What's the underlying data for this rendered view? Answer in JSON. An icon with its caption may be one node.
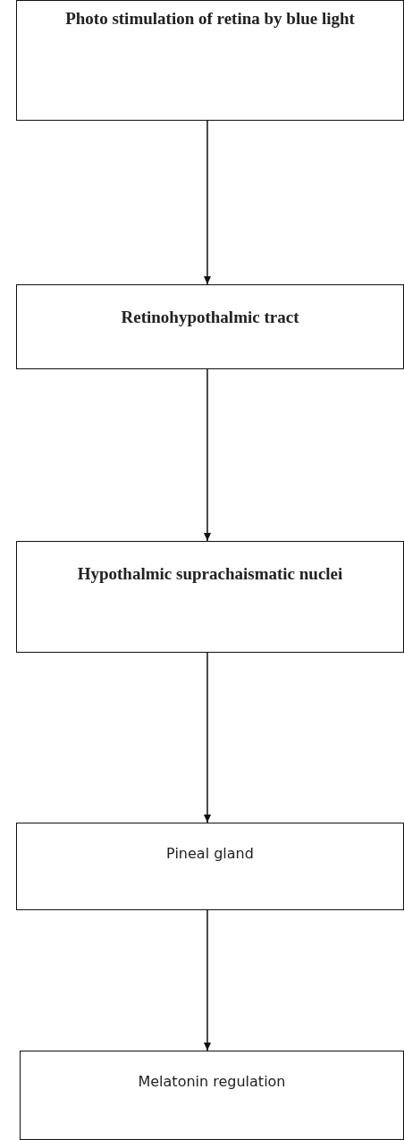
{
  "diagram": {
    "nodes": [
      {
        "text": [
          "Photo stimulation of retina by blue light"
        ]
      },
      {
        "text": [
          "Retinohypothalmic tract"
        ]
      },
      {
        "text": [
          "Hypothalmic suprachaismatic nuclei"
        ]
      },
      {
        "text": [
          "Pineal gland"
        ]
      },
      {
        "text": [
          "Melatonin regulation"
        ]
      }
    ],
    "edges": [
      {
        "from": 0,
        "to": 1,
        "arrow": "to"
      },
      {
        "from": 1,
        "to": 2,
        "arrow": "to"
      },
      {
        "from": 2,
        "to": 3,
        "arrow": "to"
      },
      {
        "from": 3,
        "to": 4,
        "arrow": "to"
      }
    ]
  }
}
